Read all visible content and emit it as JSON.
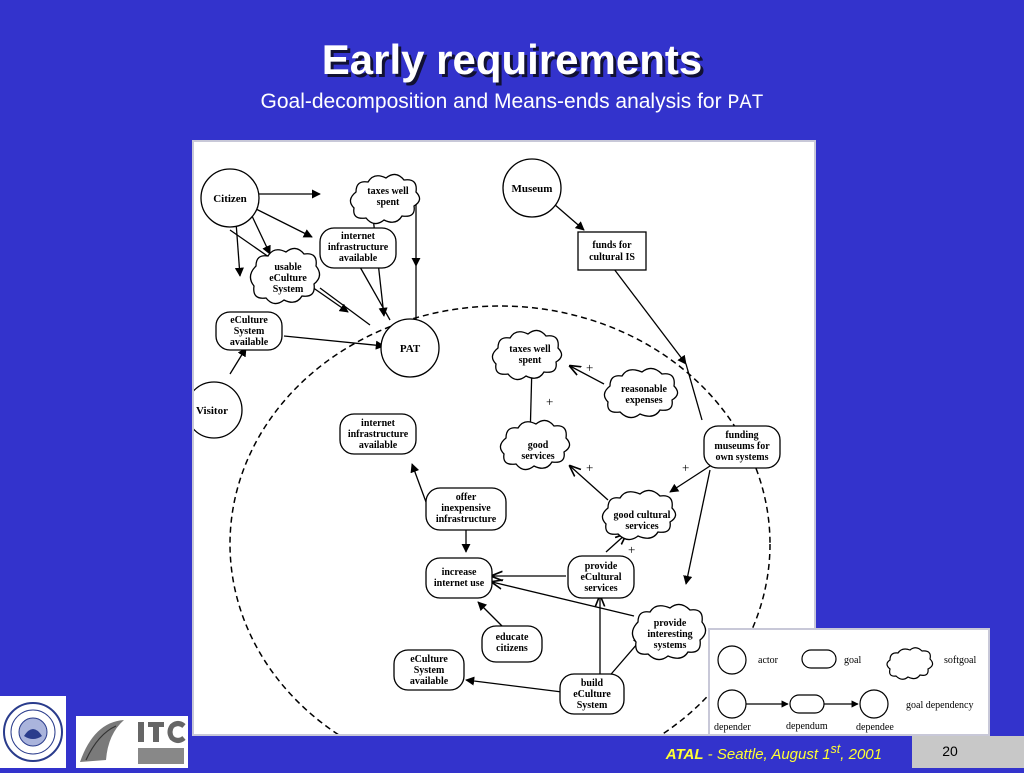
{
  "slide": {
    "title": "Early requirements",
    "subtitle_prefix": "Goal-decomposition and Means-ends analysis for",
    "subtitle_code": "PAT",
    "footer_bold": "ATAL",
    "footer_rest": " - Seattle, August 1",
    "footer_sup": "st",
    "footer_end": ", 2001",
    "page_number": "20"
  },
  "diagram": {
    "actors": {
      "citizen": "Citizen",
      "museum": "Museum",
      "pat": "PAT",
      "visitor": "Visitor"
    },
    "softgoals": {
      "taxes_top": [
        "taxes well",
        "spent"
      ],
      "usable": [
        "usable",
        "eCulture",
        "System"
      ],
      "taxes_inner": [
        "taxes well",
        "spent"
      ],
      "reasonable": [
        "reasonable",
        "expenses"
      ],
      "good_services": [
        "good",
        "services"
      ],
      "good_cultural": [
        "good cultural",
        "services"
      ]
    },
    "goals": {
      "internet_top": [
        "internet",
        "infrastructure",
        "available"
      ],
      "eculture_top": [
        "eCulture",
        "System",
        "available"
      ],
      "internet_inner": [
        "internet",
        "infrastructure",
        "available"
      ],
      "funding": [
        "funding",
        "museums for",
        "own systems"
      ],
      "offer": [
        "offer",
        "inexpensive",
        "infrastructure"
      ],
      "increase": [
        "increase",
        "internet use"
      ],
      "provide_ecultural": [
        "provide",
        "eCultural",
        "services"
      ],
      "provide_interesting": [
        "provide",
        "interesting",
        "systems"
      ],
      "educate": [
        "educate",
        "citizens"
      ],
      "eculture_inner": [
        "eCulture",
        "System",
        "available"
      ],
      "build": [
        "build",
        "eCulture",
        "System"
      ]
    },
    "resources": {
      "funds": [
        "funds for",
        "cultural IS"
      ]
    },
    "contribution_symbol": "+"
  },
  "legend": {
    "actor": "actor",
    "goal": "goal",
    "softgoal": "softgoal",
    "goal_dependency": "goal dependency",
    "depender": "depender",
    "dependum": "dependum",
    "dependee": "dependee"
  }
}
